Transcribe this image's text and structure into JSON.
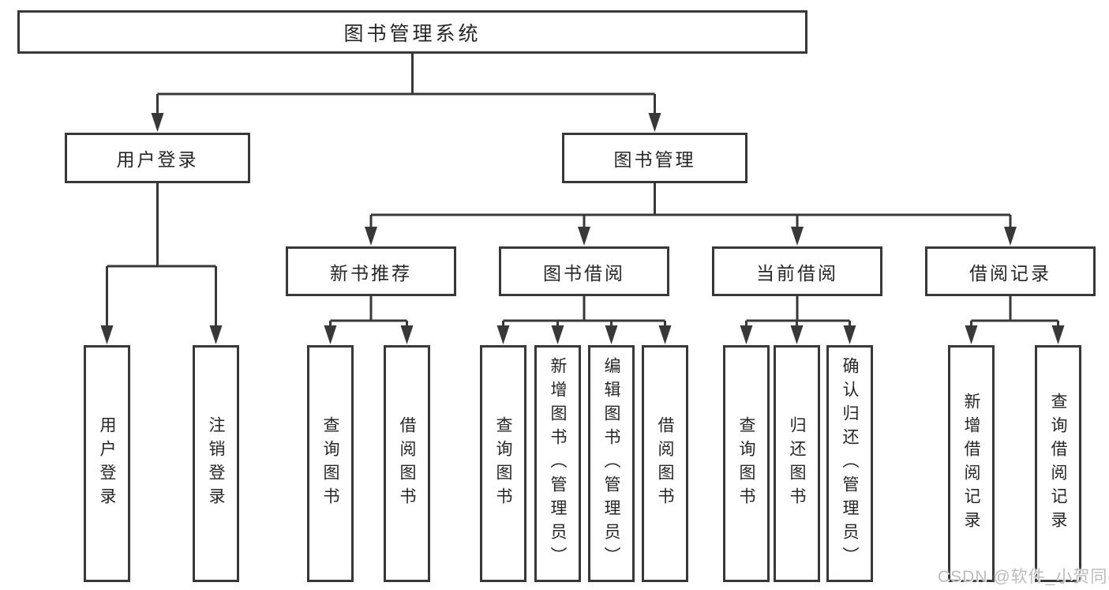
{
  "diagram_title": "图书管理系统",
  "tree": {
    "label": "图书管理系统",
    "children": [
      {
        "label": "用户登录",
        "children": [
          {
            "label": "用户登录"
          },
          {
            "label": "注销登录"
          }
        ]
      },
      {
        "label": "图书管理",
        "children": [
          {
            "label": "新书推荐",
            "children": [
              {
                "label": "查询图书"
              },
              {
                "label": "借阅图书"
              }
            ]
          },
          {
            "label": "图书借阅",
            "children": [
              {
                "label": "查询图书"
              },
              {
                "label": "新增图书（管理员）"
              },
              {
                "label": "编辑图书（管理员）"
              },
              {
                "label": "借阅图书"
              }
            ]
          },
          {
            "label": "当前借阅",
            "children": [
              {
                "label": "查询图书"
              },
              {
                "label": "归还图书"
              },
              {
                "label": "确认归还（管理员）"
              }
            ]
          },
          {
            "label": "借阅记录",
            "children": [
              {
                "label": "新增借阅记录"
              },
              {
                "label": "查询借阅记录"
              }
            ]
          }
        ]
      }
    ]
  },
  "watermark": {
    "text": "CSDN @软件_小贺同学"
  },
  "colors": {
    "line": "#383838",
    "text": "#262626",
    "watermark": "#bcbcbc",
    "background": "#ffffff"
  }
}
